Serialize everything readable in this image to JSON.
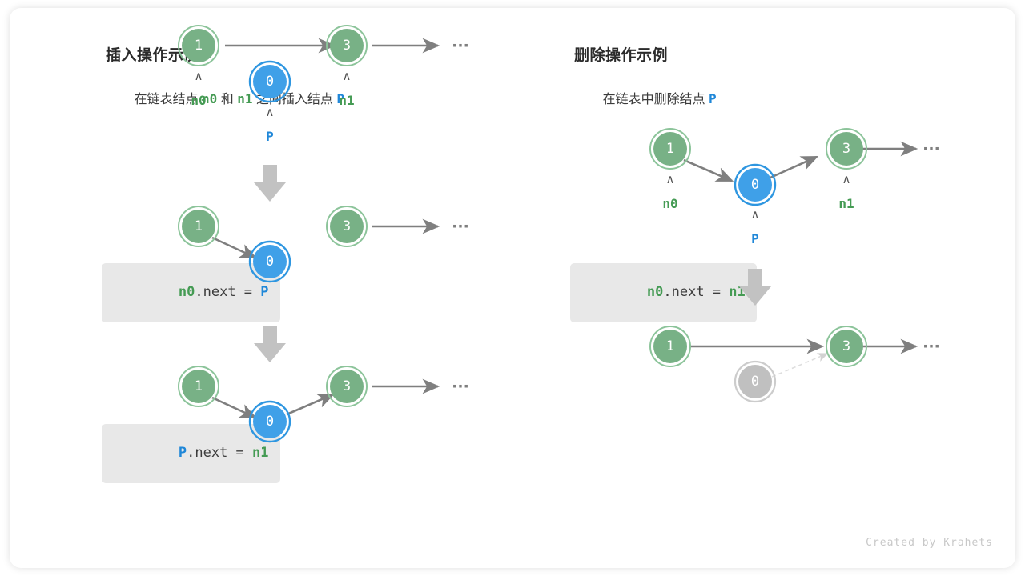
{
  "colors": {
    "green_fill": "#78b186",
    "green_ring": "#8cc49a",
    "green_text": "#459b54",
    "blue_fill": "#3fa0e8",
    "blue_ring": "#2e96e0",
    "blue_text": "#1f87d8",
    "gray_node": "#c0c0c0",
    "gray_ring": "#cccccc",
    "arrow": "#7f7f7f",
    "code_bg": "#e8e8e8",
    "card_bg": "#ffffff",
    "credit": "#c8c8c8"
  },
  "left_panel": {
    "title": "插入操作示例",
    "subtitle_parts": [
      {
        "text": "在链表结点 ",
        "style": "plain"
      },
      {
        "text": "n0",
        "style": "green"
      },
      {
        "text": " 和 ",
        "style": "plain"
      },
      {
        "text": "n1",
        "style": "green"
      },
      {
        "text": " 之间插入结点 ",
        "style": "plain"
      },
      {
        "text": "P",
        "style": "blue"
      }
    ],
    "steps": [
      {
        "code_parts": [
          {
            "text": "n0",
            "style": "green"
          },
          {
            "text": ".next = ",
            "style": "plain"
          },
          {
            "text": "P",
            "style": "blue"
          }
        ]
      },
      {
        "code_parts": [
          {
            "text": "P",
            "style": "blue"
          },
          {
            "text": ".next = ",
            "style": "plain"
          },
          {
            "text": "n1",
            "style": "green"
          }
        ]
      }
    ],
    "rows": [
      {
        "name": "initial-state",
        "nodes": [
          {
            "value": "1",
            "kind": "green",
            "label": "n0",
            "label_color": "green"
          },
          {
            "value": "0",
            "kind": "blue",
            "label": "P",
            "label_color": "blue"
          },
          {
            "value": "3",
            "kind": "green",
            "label": "n1",
            "label_color": "green"
          }
        ],
        "ellipsis": "···"
      },
      {
        "name": "after-n0-next-p",
        "nodes": [
          {
            "value": "1",
            "kind": "green"
          },
          {
            "value": "0",
            "kind": "blue"
          },
          {
            "value": "3",
            "kind": "green"
          }
        ],
        "ellipsis": "···"
      },
      {
        "name": "after-p-next-n1",
        "nodes": [
          {
            "value": "1",
            "kind": "green"
          },
          {
            "value": "0",
            "kind": "blue"
          },
          {
            "value": "3",
            "kind": "green"
          }
        ],
        "ellipsis": "···"
      }
    ]
  },
  "right_panel": {
    "title": "删除操作示例",
    "subtitle_parts": [
      {
        "text": "在链表中删除结点 ",
        "style": "plain"
      },
      {
        "text": "P",
        "style": "blue"
      }
    ],
    "steps": [
      {
        "code_parts": [
          {
            "text": "n0",
            "style": "green"
          },
          {
            "text": ".next = ",
            "style": "plain"
          },
          {
            "text": "n1",
            "style": "green"
          }
        ]
      }
    ],
    "rows": [
      {
        "name": "initial-state",
        "nodes": [
          {
            "value": "1",
            "kind": "green",
            "label": "n0",
            "label_color": "green"
          },
          {
            "value": "0",
            "kind": "blue",
            "label": "P",
            "label_color": "blue"
          },
          {
            "value": "3",
            "kind": "green",
            "label": "n1",
            "label_color": "green"
          }
        ],
        "ellipsis": "···"
      },
      {
        "name": "after-delete",
        "nodes": [
          {
            "value": "1",
            "kind": "green"
          },
          {
            "value": "0",
            "kind": "gray"
          },
          {
            "value": "3",
            "kind": "green"
          }
        ],
        "ellipsis": "···"
      }
    ]
  },
  "credit": "Created by Krahets",
  "caret_glyph": "∧"
}
